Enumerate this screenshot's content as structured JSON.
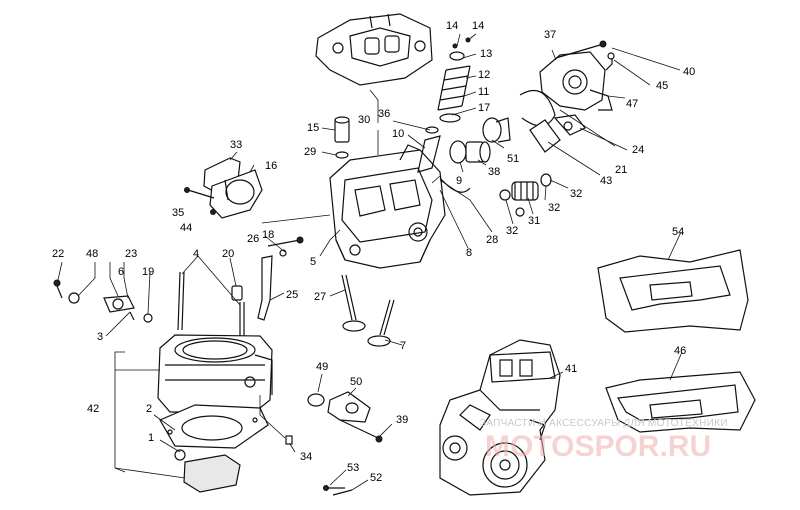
{
  "labels": {
    "l1": "1",
    "l2": "2",
    "l3": "3",
    "l4": "4",
    "l5": "5",
    "l6": "6",
    "l7": "7",
    "l8": "8",
    "l9": "9",
    "l10": "10",
    "l11": "11",
    "l12": "12",
    "l13": "13",
    "l14a": "14",
    "l14b": "14",
    "l15": "15",
    "l16": "16",
    "l17": "17",
    "l18": "18",
    "l19": "19",
    "l20": "20",
    "l21": "21",
    "l22": "22",
    "l23": "23",
    "l24": "24",
    "l25": "25",
    "l26": "26",
    "l27": "27",
    "l28": "28",
    "l29": "29",
    "l30": "30",
    "l31": "31",
    "l32a": "32",
    "l32b": "32",
    "l32c": "32",
    "l33": "33",
    "l34": "34",
    "l35": "35",
    "l36": "36",
    "l37": "37",
    "l38": "38",
    "l39": "39",
    "l40": "40",
    "l41": "41",
    "l42": "42",
    "l43": "43",
    "l44": "44",
    "l45": "45",
    "l46": "46",
    "l47": "47",
    "l48": "48",
    "l49": "49",
    "l50": "50",
    "l51": "51",
    "l52": "52",
    "l53": "53",
    "l54": "54"
  },
  "watermark": {
    "line1": "ЗАПЧАСТИ И АКСЕССУАРЫ ДЛЯ МОТОТЕХНИКИ",
    "line2": "MOTOSPOR.RU"
  }
}
